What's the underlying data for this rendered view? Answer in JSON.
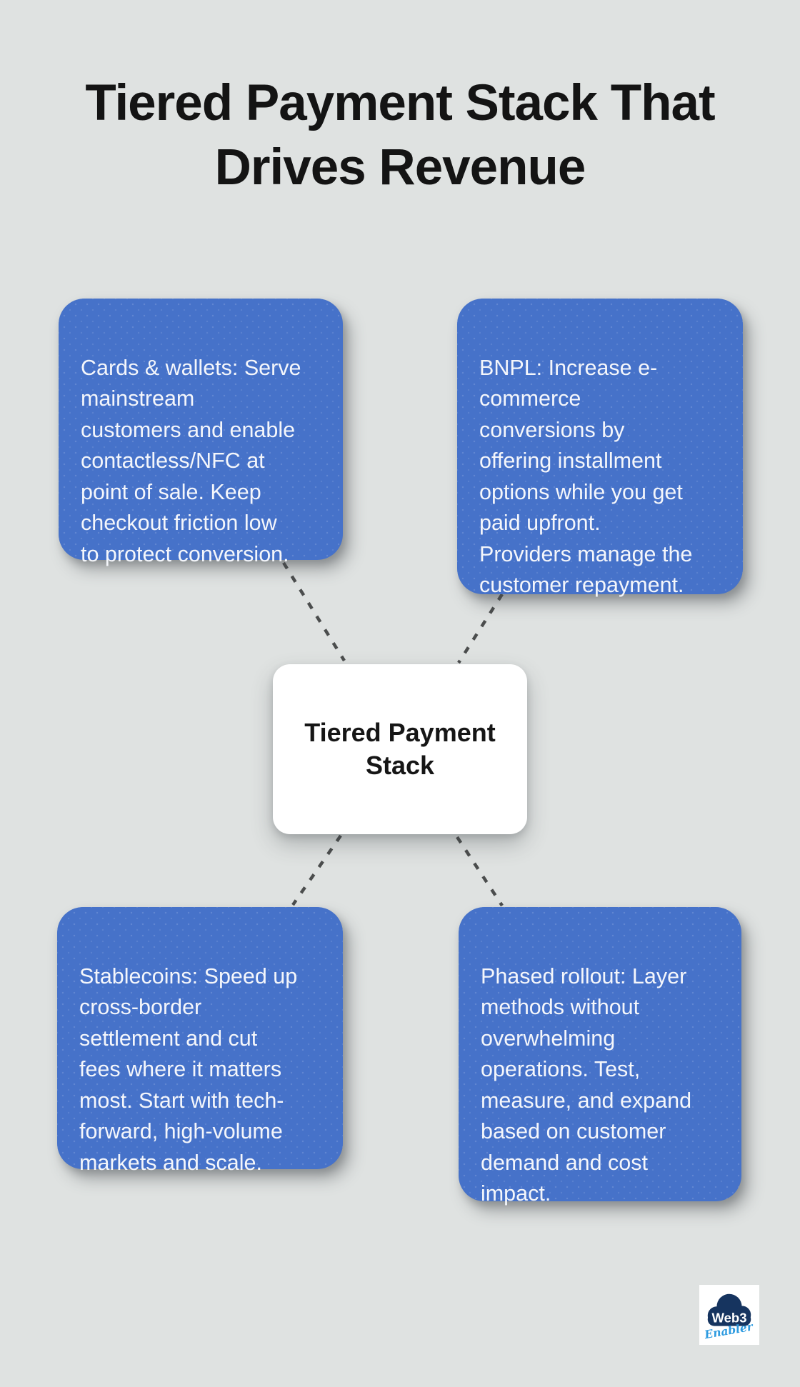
{
  "title": "Tiered Payment Stack That\nDrives Revenue",
  "center": {
    "label": "Tiered Payment\nStack"
  },
  "nodes": [
    {
      "id": "cards-wallets",
      "position": "top-left",
      "text": "Cards & wallets: Serve\nmainstream\ncustomers and enable\ncontactless/NFC at\npoint of sale. Keep\ncheckout friction low\nto protect conversion."
    },
    {
      "id": "bnpl",
      "position": "top-right",
      "text": "BNPL: Increase e-\ncommerce\nconversions by\noffering installment\noptions while you get\npaid upfront.\nProviders manage the\ncustomer repayment."
    },
    {
      "id": "stablecoins",
      "position": "bottom-left",
      "text": "Stablecoins: Speed up\ncross-border\nsettlement and cut\nfees where it matters\nmost. Start with tech-\nforward, high-volume\nmarkets and scale."
    },
    {
      "id": "phased-rollout",
      "position": "bottom-right",
      "text": "Phased rollout: Layer\nmethods without\noverwhelming\noperations. Test,\nmeasure, and expand\nbased on customer\ndemand and cost\nimpact."
    }
  ],
  "logo": {
    "name": "Web3",
    "tagline": "Enabler"
  },
  "colors": {
    "background": "#dfe2e1",
    "node_fill": "#4672c9",
    "node_text": "#f4f6fb",
    "center_fill": "#ffffff",
    "center_text": "#161616",
    "title_text": "#141414",
    "connector": "#4b4d4d",
    "logo_cloud": "#16345f",
    "logo_name_text": "#ffffff",
    "logo_tagline_text": "#2e9be0"
  }
}
